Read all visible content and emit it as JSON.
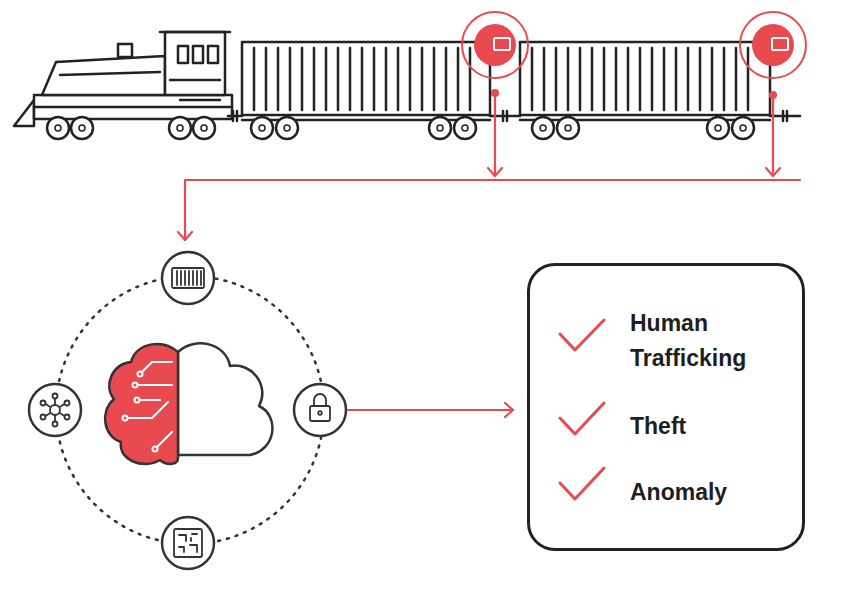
{
  "diagram": {
    "nodes": [
      {
        "text": [
          "Human Trafficking",
          "Theft",
          "Anomaly"
        ]
      }
    ]
  }
}
